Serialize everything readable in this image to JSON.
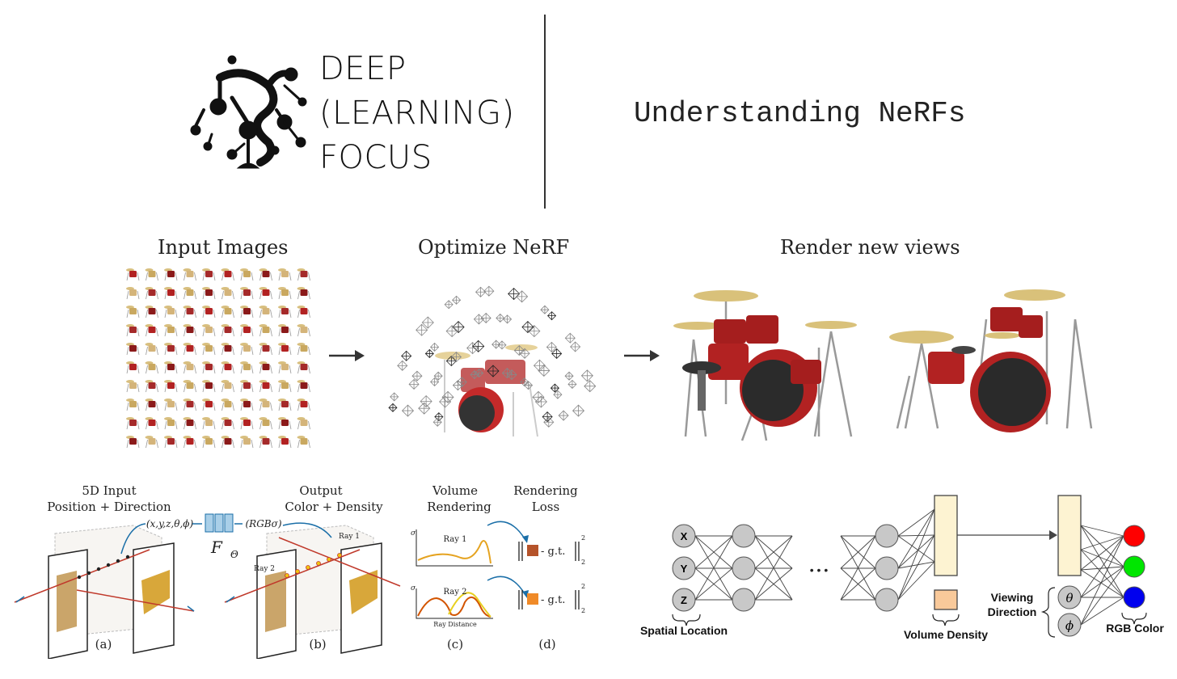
{
  "header": {
    "logo_lines": [
      "DEEP",
      "(LEARNING)",
      "FOCUS"
    ],
    "title": "Understanding NeRFs"
  },
  "pipeline": {
    "stage1": "Input Images",
    "stage2": "Optimize NeRF",
    "stage3": "Render new views"
  },
  "figure": {
    "col1_title_line1": "5D Input",
    "col1_title_line2": "Position + Direction",
    "col2_title_line1": "Output",
    "col2_title_line2": "Color + Density",
    "col3_title_line1": "Volume",
    "col3_title_line2": "Rendering",
    "col4_title_line1": "Rendering",
    "col4_title_line2": "Loss",
    "input_tuple": "(x,y,z,θ,ϕ)",
    "output_tuple": "(RGBσ)",
    "network_label": "F",
    "network_sub": "Θ",
    "ray1": "Ray 1",
    "ray2": "Ray 2",
    "sigma": "σ",
    "ray_distance": "Ray Distance",
    "gt": "- g.t.",
    "norm_sup": "2",
    "norm_sub": "2",
    "caption_a": "(a)",
    "caption_b": "(b)",
    "caption_c": "(c)",
    "caption_d": "(d)"
  },
  "mlp": {
    "input_x": "X",
    "input_y": "Y",
    "input_z": "Z",
    "theta": "θ",
    "phi": "ϕ",
    "dots": "• • •",
    "spatial_location": "Spatial Location",
    "volume_density": "Volume Density",
    "viewing_line1": "Viewing",
    "viewing_line2": "Direction",
    "rgb_color": "RGB Color",
    "colors": {
      "red": "#ff0000",
      "green": "#00e600",
      "blue": "#0000ee",
      "feature": "#fdf3d2",
      "density": "#f9c99a"
    }
  }
}
